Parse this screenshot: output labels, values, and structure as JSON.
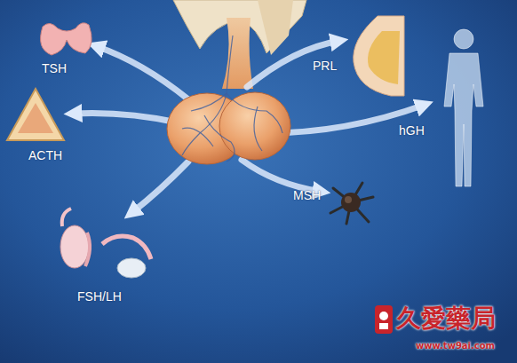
{
  "diagram": {
    "labels": [
      "TSH",
      "PRL",
      "hGH",
      "ACTH",
      "MSH",
      "FSH/LH",
      "久愛藥局",
      "www.tw9ai.com"
    ]
  }
}
